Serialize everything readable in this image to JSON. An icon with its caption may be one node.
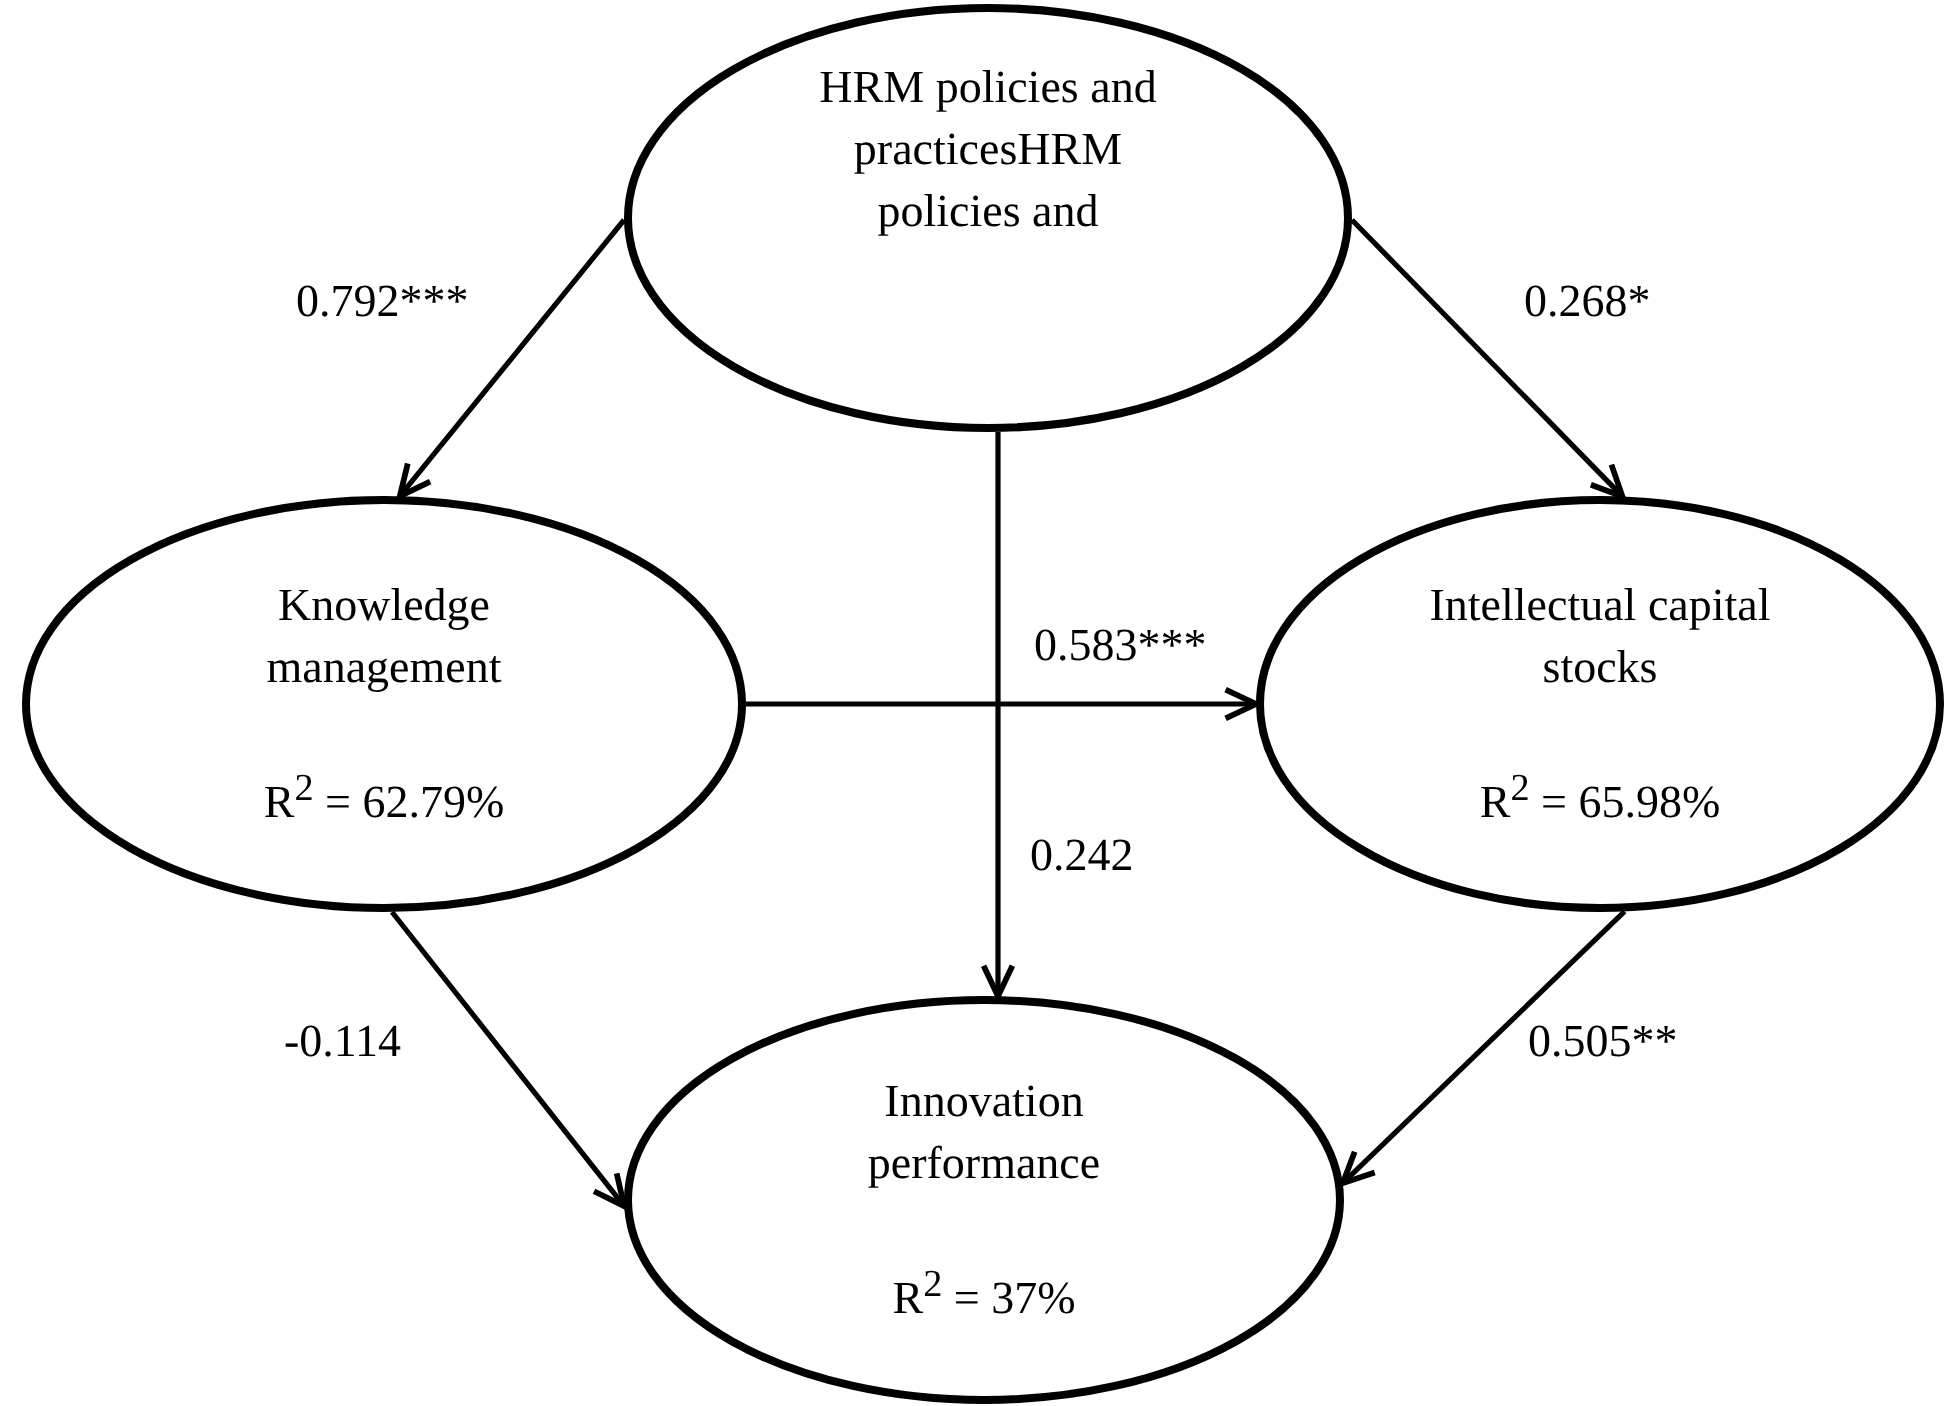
{
  "diagram": {
    "nodes": [
      {
        "text": [
          "HRM policies and practicesHRM policies and"
        ]
      },
      {
        "text": [
          "Knowledge management",
          "R$^{2}$ = 62.79%"
        ]
      },
      {
        "text": [
          "Intellectual capital stocks",
          "R$^{2}$ = 65.98%"
        ]
      },
      {
        "text": [
          "Innovation performance",
          "R$^{2}$ = 37%"
        ]
      }
    ],
    "edges": [
      {
        "from": 0,
        "to": 1,
        "arrow": "to",
        "label": "0.792***"
      },
      {
        "from": 0,
        "to": 2,
        "arrow": "to",
        "label": "0.268*"
      },
      {
        "from": 0,
        "to": 3,
        "arrow": "to",
        "label": "0.242"
      },
      {
        "from": 1,
        "to": 2,
        "arrow": "to",
        "label": "0.583***"
      },
      {
        "from": 1,
        "to": 3,
        "arrow": "to",
        "label": "-0.114"
      },
      {
        "from": 2,
        "to": 3,
        "arrow": "to",
        "label": "0.505**"
      }
    ]
  }
}
